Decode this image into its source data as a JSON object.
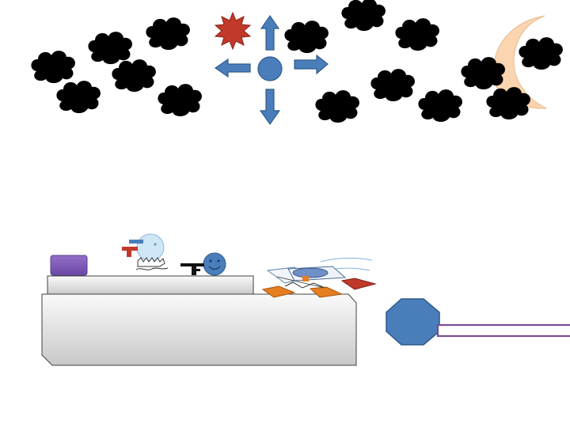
{
  "scene": {
    "background": "#ffffff",
    "sky": {
      "cloud_count": 15,
      "cloud_outline": "#3a7fc1",
      "sun_color": "#c0392b",
      "moon_color": "#fbd5b0"
    },
    "direction_control": {
      "color": "#4a7ebb",
      "arrows": [
        "up",
        "down",
        "left",
        "right"
      ]
    },
    "platform": {
      "fill_light": "#fafafa",
      "fill_dark": "#cfcfcf",
      "outline": "#404040"
    },
    "purple_block_color": "#7e57b5",
    "octagon_button_color": "#4a7ebb",
    "rail_color": "#7b4c92"
  }
}
